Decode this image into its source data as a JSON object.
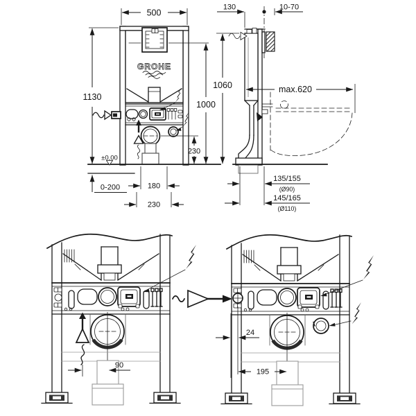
{
  "colors": {
    "line": "#1a1a1a",
    "light_line": "#999999",
    "background": "#ffffff"
  },
  "logo": "GROHE",
  "views": {
    "front": {
      "width": "500",
      "height_total": "1130",
      "height_actuator": "1000",
      "outlet_height": "230",
      "floor_level": "±0,00",
      "foot_adjust": "0-200",
      "outlet_offset": "180",
      "outlet_offset_wide": "230"
    },
    "side": {
      "frame_depth": "130",
      "wall_thickness": "10-70",
      "height": "1060",
      "max_depth": "max.620",
      "outlet_small": "135/155",
      "outlet_small_dia": "(Ø90)",
      "outlet_large": "145/165",
      "outlet_large_dia": "(Ø110)"
    },
    "detail_left": {
      "offset_90": "90"
    },
    "detail_right": {
      "offset_24": "24",
      "offset_195": "195"
    }
  },
  "icons": [
    "lightning-bolt-icon",
    "water-supply-arrow-icon",
    "vent-arrow-icon",
    "flow-continuation-arrow-icon",
    "floor-level-marker-icon"
  ]
}
